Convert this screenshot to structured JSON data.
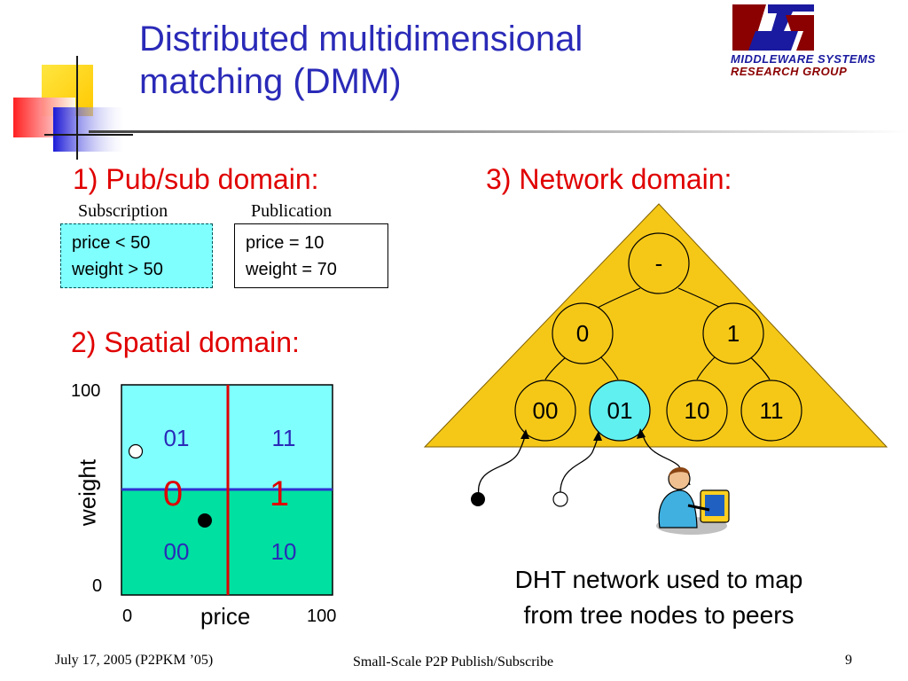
{
  "title": {
    "line1": "Distributed multidimensional",
    "line2": "matching (DMM)"
  },
  "logo": {
    "line1": "MIDDLEWARE SYSTEMS",
    "line2": "RESEARCH GROUP"
  },
  "pubsub": {
    "heading": "1) Pub/sub domain:",
    "subscription": {
      "label": "Subscription",
      "line1": "price < 50",
      "line2": "weight > 50"
    },
    "publication": {
      "label": "Publication",
      "line1": "price = 10",
      "line2": "weight = 70"
    }
  },
  "spatial": {
    "heading": "2) Spatial domain:",
    "y_axis_label": "weight",
    "x_axis_label": "price",
    "y_max": "100",
    "y_min": "0",
    "x_min": "0",
    "x_max": "100",
    "quadrants": {
      "q01": "01",
      "q11": "11",
      "q00": "00",
      "q10": "10"
    },
    "halves": {
      "left": "0",
      "right": "1"
    }
  },
  "network": {
    "heading": "3) Network domain:",
    "nodes": {
      "root": "-",
      "n0": "0",
      "n1": "1",
      "n00": "00",
      "n01": "01",
      "n10": "10",
      "n11": "11"
    },
    "caption": {
      "line1": "DHT network used to map",
      "line2": "from tree nodes to peers"
    }
  },
  "footer": {
    "date": "July 17, 2005 (P2PKM ’05)",
    "center": "Small-Scale P2P Publish/Subscribe",
    "page": "9"
  },
  "colors": {
    "title": "#2a2ab8",
    "heading": "#e00000",
    "triangle": "#f5c818",
    "cyan": "#80ffff",
    "green": "#00e0a0",
    "highlight_node": "#60f0f0"
  }
}
